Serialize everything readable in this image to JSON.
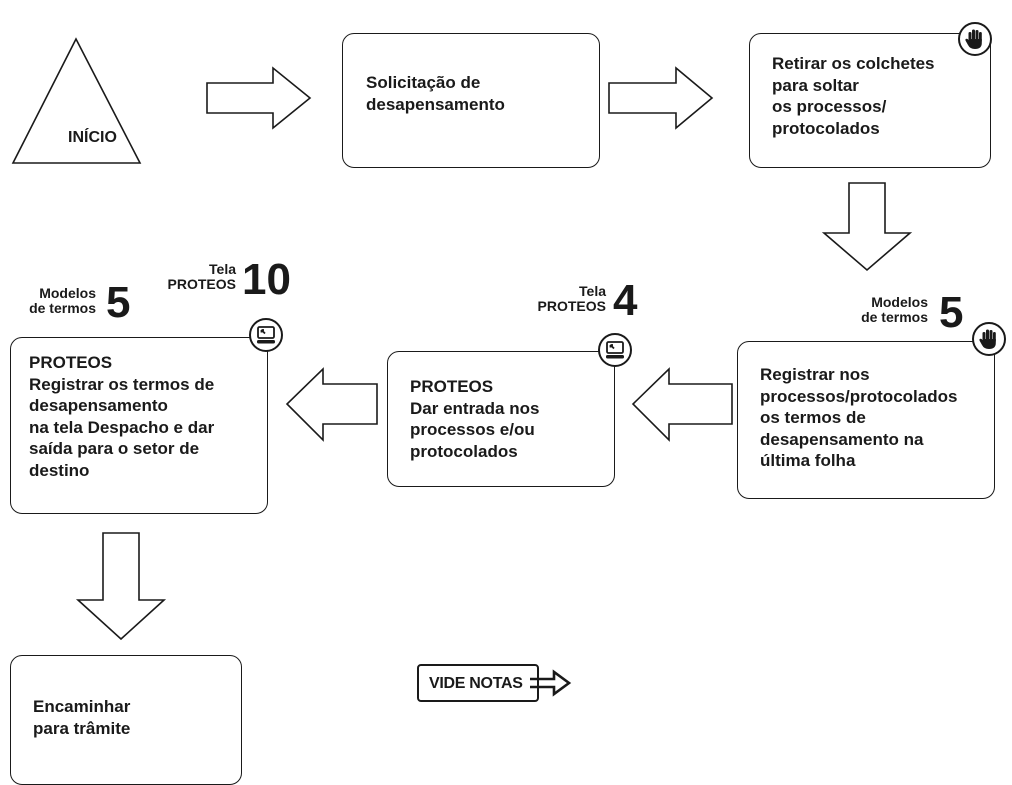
{
  "nodes": {
    "inicio": "INÍCIO",
    "solicitacao": "Solicitação de\ndesapensamento",
    "retirar": "Retirar os colchetes\npara soltar\nos processos/\nprotocolados",
    "registrar": "Registrar nos\nprocessos/protocolados\nos termos de\ndesapensamento na\núltima folha",
    "dar_entrada": "PROTEOS\nDar entrada nos\nprocessos e/ou\nprotocolados",
    "registrar_termos": "PROTEOS\nRegistrar os termos de\ndesapensamento\nna tela Despacho e dar\nsaída para o setor de\ndestino",
    "encaminhar": "Encaminhar\npara trâmite"
  },
  "refs": {
    "modelos_label": "Modelos\nde termos",
    "modelos_num": "5",
    "tela_label": "Tela\nPROTEOS",
    "tela_num_4": "4",
    "tela_num_10": "10"
  },
  "vide_notas": "VIDE NOTAS",
  "icons": {
    "manual": "hand-icon",
    "system": "computer-icon"
  }
}
